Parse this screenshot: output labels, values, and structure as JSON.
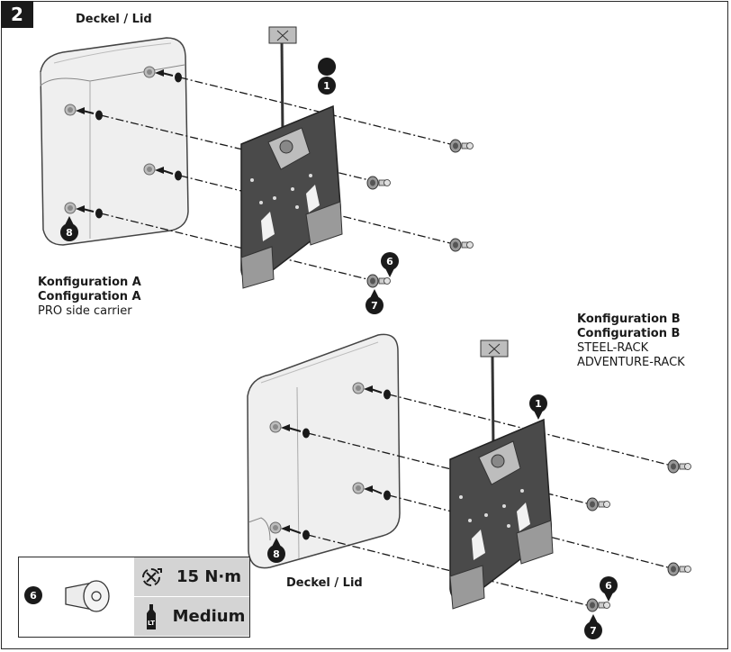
{
  "step_number": "2",
  "lid_label_top": "Deckel / Lid",
  "lid_label_bottom": "Deckel / Lid",
  "config_a": {
    "line1": "Konfiguration A",
    "line2": "Configuration A",
    "line3": "PRO side carrier"
  },
  "config_b": {
    "line1": "Konfiguration B",
    "line2": "Configuration B",
    "line3": "STEEL-RACK",
    "line4": "ADVENTURE-RACK"
  },
  "callouts": {
    "plate": "1",
    "screw": "6",
    "washer": "7",
    "insert": "8"
  },
  "legend": {
    "part_callout": "6",
    "torque": "15 N·m",
    "threadlock": "Medium",
    "torque_icon": "torque-wrench-icon",
    "threadlock_icon": "threadlocker-bottle-icon"
  },
  "colors": {
    "case_fill": "#efefef",
    "plate_fill": "#4a4a4a",
    "legend_fill": "#d4d4d4",
    "badge_fill": "#1a1a1a"
  }
}
